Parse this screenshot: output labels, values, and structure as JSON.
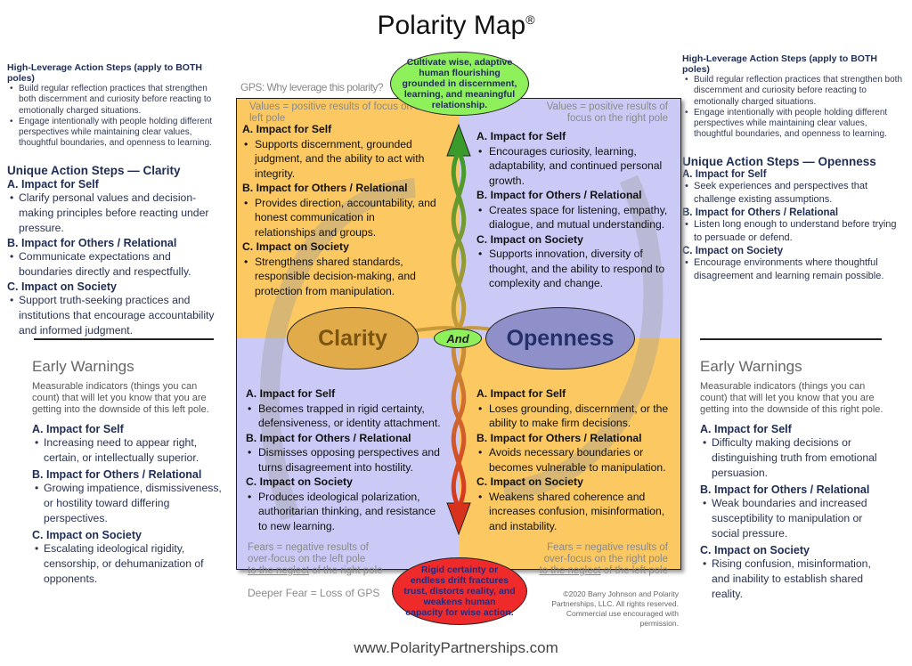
{
  "title": "Polarity Map",
  "title_mark": "®",
  "high_leverage": {
    "heading": "High-Leverage Action Steps (apply to BOTH poles)",
    "items": [
      "Build regular reflection practices that strengthen both discernment and curiosity before reacting to emotionally charged situations.",
      "Engage intentionally with people holding different perspectives while maintaining clear values, thoughtful boundaries, and openness to learning."
    ]
  },
  "left_actions": {
    "heading": "Unique Action Steps — Clarity",
    "a": "A. Impact for Self",
    "a_item": "Clarify personal values and decision-making principles before reacting under pressure.",
    "b": "B. Impact for Others / Relational",
    "b_item": "Communicate expectations and boundaries directly and respectfully.",
    "c": "C. Impact on Society",
    "c_item": "Support truth-seeking practices and institutions that encourage accountability and informed judgment."
  },
  "right_actions": {
    "heading": "Unique Action Steps — Openness",
    "a": "A. Impact for Self",
    "a_item": "Seek experiences and perspectives that challenge existing assumptions.",
    "b": "B. Impact for Others / Relational",
    "b_item": "Listen long enough to understand before trying to persuade or defend.",
    "c": "C. Impact on Society",
    "c_item": "Encourage environments where thoughtful disagreement and learning remain possible."
  },
  "left_warnings": {
    "heading": "Early Warnings",
    "desc": "Measurable indicators (things you can count) that will let you know that you are getting into the downside of this left pole.",
    "a": "A. Impact for Self",
    "a_item": "Increasing need to appear right, certain, or intellectually superior.",
    "b": "B. Impact for Others / Relational",
    "b_item": "Growing impatience, dismissiveness, or hostility toward differing perspectives.",
    "c": "C. Impact on Society",
    "c_item": "Escalating ideological rigidity, censorship, or dehumanization of opponents."
  },
  "right_warnings": {
    "heading": "Early Warnings",
    "desc": "Measurable indicators (things you can count) that will let you know that you are getting into the downside of this right pole.",
    "a": "A. Impact for Self",
    "a_item": "Difficulty making decisions or distinguishing truth from emotional persuasion.",
    "b": "B. Impact for Others / Relational",
    "b_item": "Weak boundaries and increased susceptibility to manipulation or social pressure.",
    "c": "C. Impact on Society",
    "c_item": "Rising confusion, misinformation, and inability to establish shared reality."
  },
  "gps": {
    "label": "GPS: Why leverage this polarity?",
    "text": "Cultivate wise, adaptive human flourishing grounded in discernment, learning, and meaningful relationship."
  },
  "deeper_fear": {
    "label": "Deeper Fear = Loss of GPS",
    "text": "Rigid certainty or endless drift fractures trust, distorts reality, and weakens human capacity for wise action."
  },
  "poles": {
    "left": "Clarity",
    "right": "Openness",
    "and": "And"
  },
  "top_left": {
    "note": "Values = positive results of focus on the left pole",
    "a": "A. Impact for Self",
    "a_item": "Supports discernment, grounded judgment, and the ability to act with integrity.",
    "b": "B. Impact for Others / Relational",
    "b_item": "Provides direction, accountability, and honest communication in relationships and groups.",
    "c": "C. Impact on Society",
    "c_item": "Strengthens shared standards, responsible decision-making, and protection from manipulation."
  },
  "top_right": {
    "note": "Values = positive results of focus on the right pole",
    "a": "A. Impact for Self",
    "a_item": "Encourages curiosity, learning, adaptability, and continued personal growth.",
    "b": "B. Impact for Others / Relational",
    "b_item": "Creates space for listening, empathy, dialogue, and mutual understanding.",
    "c": "C. Impact on Society",
    "c_item": "Supports innovation, diversity of thought, and the ability to respond to complexity and change."
  },
  "bottom_left": {
    "note1": "Fears = negative results of over-focus on the left pole",
    "note_u": "to the neglect",
    "note2": " of the right pole",
    "a": "A. Impact for Self",
    "a_item": "Becomes trapped in rigid certainty, defensiveness, or identity attachment.",
    "b": "B. Impact for Others / Relational",
    "b_item": "Dismisses opposing perspectives and turns disagreement into hostility.",
    "c": "C. Impact on Society",
    "c_item": "Produces ideological polarization, authoritarian thinking, and resistance to new learning."
  },
  "bottom_right": {
    "note1": "Fears = negative results of over-focus on the right pole",
    "note_u": "to the neglect",
    "note2": " of the left pole",
    "a": "A. Impact for Self",
    "a_item": "Loses grounding, discernment, or the ability to make firm decisions.",
    "b": "B. Impact for Others / Relational",
    "b_item": "Avoids necessary boundaries or becomes vulnerable to manipulation.",
    "c": "C. Impact on Society",
    "c_item": "Weakens shared coherence and increases confusion, misinformation, and instability."
  },
  "copyright": "©2020 Barry Johnson and Polarity Partnerships, LLC. All rights reserved. Commercial use encouraged with permission.",
  "footer_url": "www.PolarityPartnerships.com",
  "colors": {
    "orange": "#fbc862",
    "lavender": "#cbcaf6",
    "green": "#8ef05a",
    "red": "#ee2a2a",
    "navy": "#1f2d55"
  }
}
